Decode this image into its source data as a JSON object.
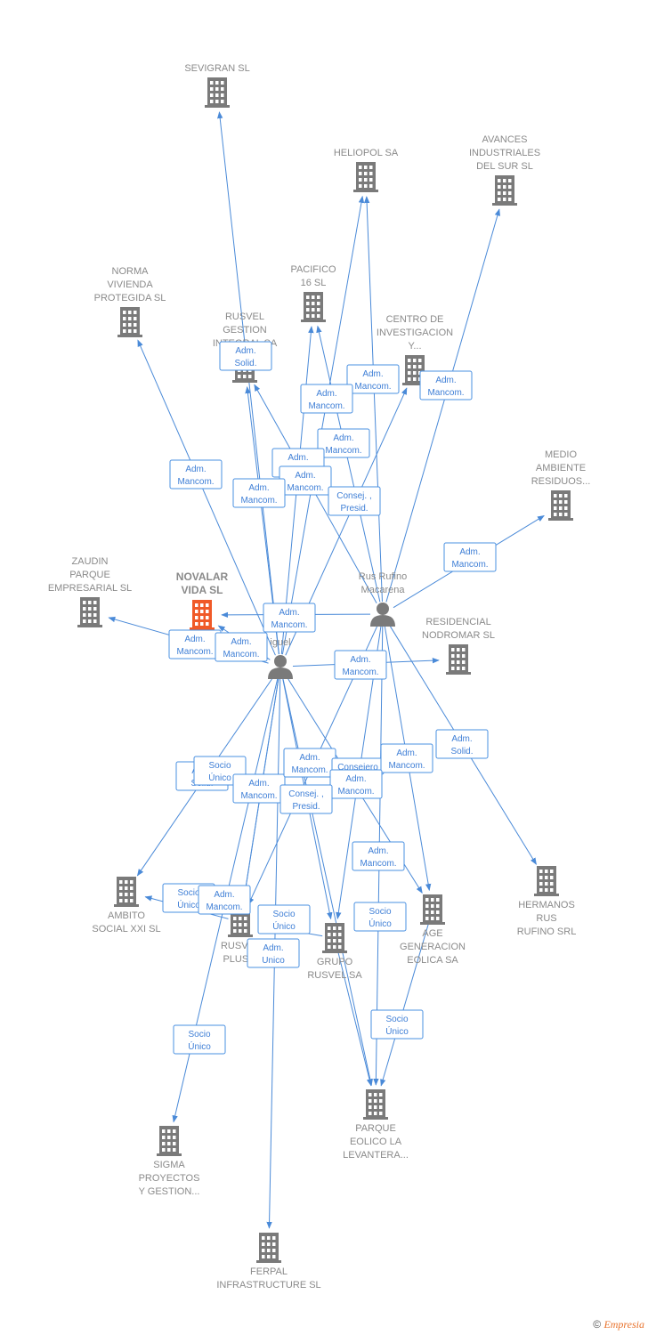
{
  "colors": {
    "company": "#7a7a7a",
    "focus": "#f05a28",
    "person": "#7a7a7a",
    "edge": "#4a8ad8",
    "label": "#3f7fd6"
  },
  "nodes": [
    {
      "id": "sevigran",
      "type": "company",
      "label": [
        "SEVIGRAN  SL"
      ]
    },
    {
      "id": "heliopol",
      "type": "company",
      "label": [
        "HELIOPOL SA"
      ]
    },
    {
      "id": "avances",
      "type": "company",
      "label": [
        "AVANCES",
        "INDUSTRIALES",
        "DEL SUR SL"
      ]
    },
    {
      "id": "norma",
      "type": "company",
      "label": [
        "NORMA",
        "VIVIENDA",
        "PROTEGIDA SL"
      ]
    },
    {
      "id": "pacifico",
      "type": "company",
      "label": [
        "PACIFICO",
        "16 SL"
      ]
    },
    {
      "id": "rusvel_gestion",
      "type": "company",
      "label": [
        "RUSVEL",
        "GESTION",
        "INTEGRAL SA"
      ]
    },
    {
      "id": "centro",
      "type": "company",
      "label": [
        "CENTRO DE",
        "INVESTIGACION",
        "Y..."
      ]
    },
    {
      "id": "medio",
      "type": "company",
      "label": [
        "MEDIO",
        "AMBIENTE",
        "RESIDUOS..."
      ]
    },
    {
      "id": "zaudin",
      "type": "company",
      "label": [
        "ZAUDIN",
        "PARQUE",
        "EMPRESARIAL SL"
      ]
    },
    {
      "id": "novalar",
      "type": "focus",
      "label": [
        "NOVALAR",
        "VIDA  SL"
      ]
    },
    {
      "id": "rus_rufino",
      "type": "person",
      "label": [
        "Rus Rufino",
        "Macarena"
      ]
    },
    {
      "id": "person2",
      "type": "person",
      "label": [
        "P",
        "iguel"
      ]
    },
    {
      "id": "residencial",
      "type": "company",
      "label": [
        "RESIDENCIAL",
        "NODROMAR SL"
      ]
    },
    {
      "id": "ambito",
      "type": "company",
      "label": [
        "AMBITO",
        "SOCIAL XXI SL"
      ]
    },
    {
      "id": "rusvel_plus",
      "type": "company",
      "label": [
        "RUSVEL",
        "PLUS S"
      ]
    },
    {
      "id": "grupo_rusvel",
      "type": "company",
      "label": [
        "GRUPO",
        "RUSVEL SA"
      ]
    },
    {
      "id": "age",
      "type": "company",
      "label": [
        "AGE",
        "GENERACION",
        "EOLICA SA"
      ]
    },
    {
      "id": "hermanos",
      "type": "company",
      "label": [
        "HERMANOS",
        "RUS",
        "RUFINO SRL"
      ]
    },
    {
      "id": "parque",
      "type": "company",
      "label": [
        "PARQUE",
        "EOLICO LA",
        "LEVANTERA..."
      ]
    },
    {
      "id": "sigma",
      "type": "company",
      "label": [
        "SIGMA",
        "PROYECTOS",
        "Y GESTION..."
      ]
    },
    {
      "id": "ferpal",
      "type": "company",
      "label": [
        "FERPAL",
        "INFRASTRUCTURE SL"
      ]
    }
  ],
  "edges": [
    {
      "from": "person2",
      "to": "sevigran",
      "label": [
        "Adm.",
        "Solid."
      ]
    },
    {
      "from": "rus_rufino",
      "to": "heliopol",
      "label": [
        "Adm.",
        "Mancom."
      ]
    },
    {
      "from": "person2",
      "to": "heliopol",
      "label": [
        "Adm.",
        "Mancom."
      ]
    },
    {
      "from": "rus_rufino",
      "to": "avances",
      "label": [
        "Adm.",
        "Mancom."
      ]
    },
    {
      "from": "person2",
      "to": "norma",
      "label": [
        "Adm.",
        "Mancom."
      ]
    },
    {
      "from": "rus_rufino",
      "to": "pacifico",
      "label": [
        "Adm.",
        "Mancom."
      ]
    },
    {
      "from": "person2",
      "to": "pacifico",
      "label": [
        "Adm.",
        "Mancom."
      ]
    },
    {
      "from": "rus_rufino",
      "to": "rusvel_gestion",
      "label": [
        "Adm.",
        "Mancom."
      ]
    },
    {
      "from": "person2",
      "to": "rusvel_gestion",
      "label": [
        "Adm.",
        "Mancom."
      ]
    },
    {
      "from": "person2",
      "to": "centro",
      "label": [
        "Consej. ,",
        "Presid."
      ]
    },
    {
      "from": "rus_rufino",
      "to": "medio",
      "label": [
        "Adm.",
        "Mancom."
      ]
    },
    {
      "from": "person2",
      "to": "zaudin",
      "label": [
        "Adm.",
        "Mancom."
      ]
    },
    {
      "from": "rus_rufino",
      "to": "novalar",
      "label": [
        "Adm.",
        "Mancom."
      ]
    },
    {
      "from": "person2",
      "to": "novalar",
      "label": [
        "Adm.",
        "Mancom."
      ]
    },
    {
      "from": "person2",
      "to": "residencial",
      "label": [
        "Adm.",
        "Mancom."
      ]
    },
    {
      "from": "rus_rufino",
      "to": "hermanos",
      "label": [
        "Adm.",
        "Solid."
      ]
    },
    {
      "from": "person2",
      "to": "ambito",
      "label": [
        "Adm.",
        "Solid."
      ]
    },
    {
      "from": "person2",
      "to": "rusvel_plus",
      "label": [
        "Socio",
        "Único"
      ]
    },
    {
      "from": "rus_rufino",
      "to": "rusvel_plus",
      "label": [
        "Adm.",
        "Mancom."
      ]
    },
    {
      "from": "person2",
      "to": "grupo_rusvel",
      "label": [
        "Adm.",
        "Mancom."
      ]
    },
    {
      "from": "rus_rufino",
      "to": "grupo_rusvel",
      "label": [
        "Consejero"
      ]
    },
    {
      "from": "rus_rufino",
      "to": "age",
      "label": [
        "Adm.",
        "Mancom."
      ]
    },
    {
      "from": "person2",
      "to": "age",
      "label": [
        "Adm.",
        "Mancom."
      ]
    },
    {
      "from": "rusvel_plus",
      "to": "ambito",
      "label": [
        "Socio",
        "Único"
      ]
    },
    {
      "from": "person2",
      "to": "parque",
      "label": [
        "Consej. ,",
        "Presid."
      ]
    },
    {
      "from": "rus_rufino",
      "to": "parque",
      "label": [
        "Adm.",
        "Mancom."
      ]
    },
    {
      "from": "grupo_rusvel",
      "to": "rusvel_plus",
      "label": [
        "Adm.",
        "Mancom."
      ]
    },
    {
      "from": "person2",
      "to": "rusvel_plus",
      "label": [
        "Socio",
        "Único"
      ]
    },
    {
      "from": "grupo_rusvel",
      "to": "parque",
      "label": [
        "Socio",
        "Único"
      ]
    },
    {
      "from": "person2",
      "to": "ferpal",
      "label": [
        "Adm.",
        "Unico"
      ]
    },
    {
      "from": "age",
      "to": "parque",
      "label": [
        "Socio",
        "Único"
      ]
    },
    {
      "from": "person2",
      "to": "sigma",
      "label": [
        "Socio",
        "Único"
      ]
    }
  ],
  "footer": {
    "copyright": "©",
    "brand": "Empresia"
  }
}
